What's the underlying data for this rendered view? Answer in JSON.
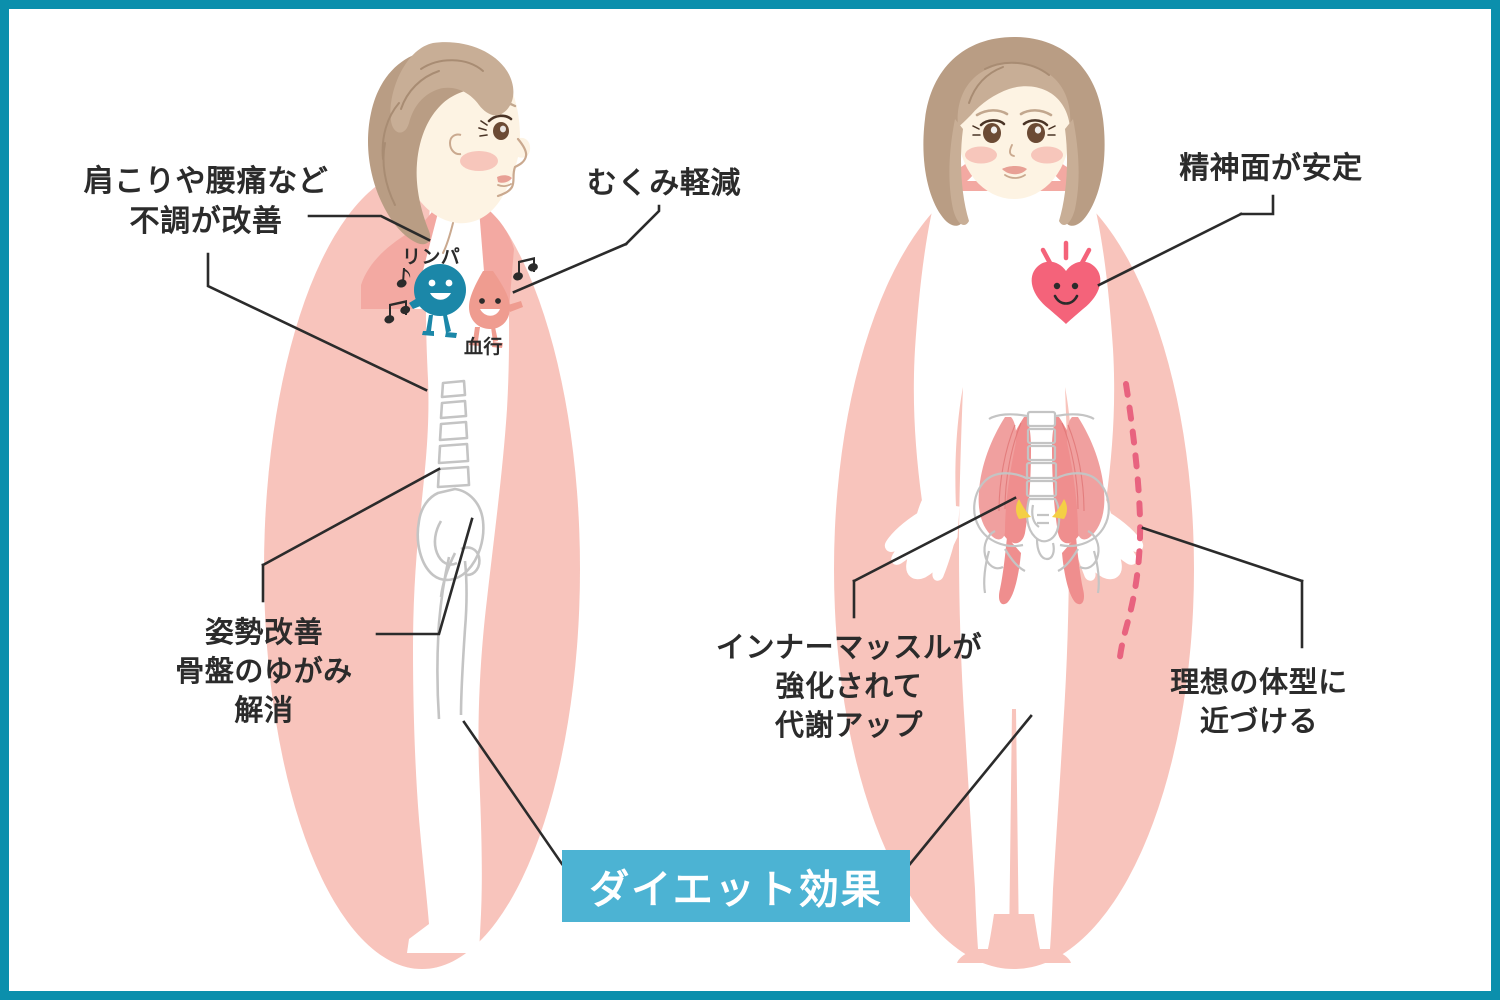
{
  "page": {
    "title": "ダイエット効果",
    "border_color": "#0b8fac",
    "background": "#ffffff"
  },
  "palette": {
    "frame_teal": "#0b8fac",
    "banner_blue": "#4cb3d3",
    "body_pink": "#f8c4bc",
    "skin": "#fdf3e3",
    "hair_brown": "#b99d84",
    "heart_pink": "#f4637a",
    "lymph_teal": "#1b87a8",
    "blood_salmon": "#ef9c90",
    "bone_gray": "#bdbdbd",
    "muscle_pink": "#ef8e8e",
    "muscle_yellow": "#f4cf45",
    "line_dark": "#2b2b2b"
  },
  "banner": {
    "label": "ダイエット効果"
  },
  "left_figure": {
    "view": "side-profile",
    "characters": [
      {
        "name": "lymph-character",
        "label": "リンパ",
        "color": "#1b87a8",
        "shape": "circle-face"
      },
      {
        "name": "blood-character",
        "label": "血行",
        "color": "#ef9c90",
        "shape": "droplet-face"
      }
    ],
    "music_notes": 3
  },
  "right_figure": {
    "view": "front",
    "icons": [
      {
        "name": "happy-heart-icon",
        "color": "#f4637a"
      },
      {
        "name": "inner-muscle-diagram",
        "colors": [
          "#ef8e8e",
          "#bdbdbd",
          "#f4cf45"
        ]
      },
      {
        "name": "ideal-body-line",
        "style": "dashed",
        "color": "#e8637f"
      }
    ]
  },
  "callouts": [
    {
      "id": "shoulder",
      "text": "肩こりや腰痛など\n不調が改善",
      "side": "left"
    },
    {
      "id": "mukumi",
      "text": "むくみ軽減",
      "side": "left"
    },
    {
      "id": "posture",
      "text": "姿勢改善\n骨盤のゆがみ\n解消",
      "side": "left"
    },
    {
      "id": "mental",
      "text": "精神面が安定",
      "side": "right"
    },
    {
      "id": "inner",
      "text": "インナーマッスルが\n強化されて\n代謝アップ",
      "side": "right"
    },
    {
      "id": "ideal",
      "text": "理想の体型に\n近づける",
      "side": "right"
    }
  ],
  "labels": {
    "lymph": "リンパ",
    "blood": "血行"
  }
}
